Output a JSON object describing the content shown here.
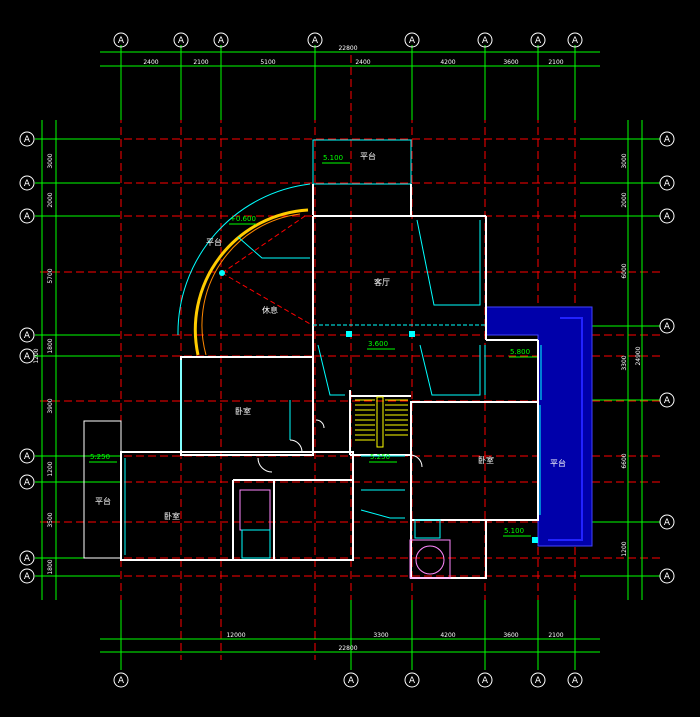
{
  "colors": {
    "background": "#000000",
    "axis_grid": "#ff0000",
    "dimension": "#00ff00",
    "wall": "#ffffff",
    "glazing": "#00ffff",
    "room_text": "#ffffff",
    "elevation_text": "#00ff00",
    "stair": "#ffff00",
    "curved_beam": "#ffcc00",
    "roof_tile": "#0000ff"
  },
  "rooms": {
    "platform_top": "平台",
    "platform_arc": "平台",
    "living_room": "客厅",
    "corridor": "休息",
    "bedroom_mid": "卧室",
    "bedroom_right": "卧室",
    "platform_left": "平台",
    "bedroom_left": "卧室",
    "platform_right": "平台"
  },
  "elevations": {
    "top": "5.100",
    "arc": "+0.600",
    "center": "3.600",
    "right": "5.800",
    "left": "5.250",
    "stair": "5.250",
    "lower_right": "5.100"
  },
  "dims": {
    "top": [
      "2400",
      "2100",
      "5100",
      "2400",
      "4200",
      "3600",
      "2100"
    ],
    "top_total": "22800",
    "bottom": [
      "12000",
      "3300",
      "4200",
      "3600",
      "2100"
    ],
    "bottom_total": "22800",
    "left": [
      "3000",
      "2000",
      "5700",
      "1800",
      "3900",
      "1200",
      "3500",
      "1800",
      "1200"
    ],
    "right": [
      "3000",
      "2000",
      "6000",
      "3300",
      "6600",
      "1200"
    ],
    "right_total": "24900"
  },
  "axis_bubble_symbol": "A"
}
